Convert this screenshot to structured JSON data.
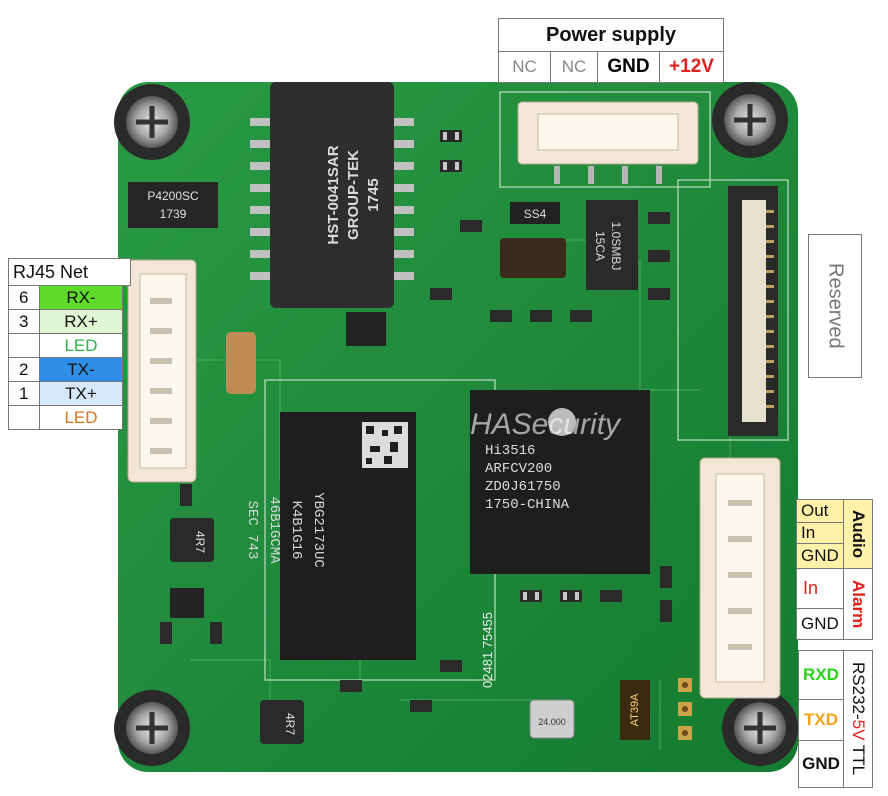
{
  "title_overlay": "HASecurity",
  "power_supply": {
    "title": "Power supply",
    "pins": [
      {
        "label": "NC",
        "color": "#888888"
      },
      {
        "label": "NC",
        "color": "#888888"
      },
      {
        "label": "GND",
        "color": "#000000"
      },
      {
        "label": "+12V",
        "color": "#e0201b"
      }
    ]
  },
  "rj45": {
    "title": "RJ45 Net",
    "rows": [
      {
        "num": "6",
        "label": "RX-",
        "bg": "#5fdc2a",
        "fg": "#111111"
      },
      {
        "num": "3",
        "label": "RX+",
        "bg": "#dff5d4",
        "fg": "#111111"
      },
      {
        "num": "",
        "label": "LED",
        "bg": "#ffffff",
        "fg": "#2fb24a"
      },
      {
        "num": "2",
        "label": "TX-",
        "bg": "#2f8fe6",
        "fg": "#111111"
      },
      {
        "num": "1",
        "label": "TX+",
        "bg": "#d6e8fb",
        "fg": "#111111"
      },
      {
        "num": "",
        "label": "LED",
        "bg": "#ffffff",
        "fg": "#d9741c"
      }
    ]
  },
  "reserved": "Reserved",
  "audio": {
    "title": "Audio",
    "title_color": "#111111",
    "bg": "#fff2a8",
    "rows": [
      "Out",
      "In",
      "GND"
    ]
  },
  "alarm": {
    "title": "Alarm",
    "title_color": "#e0201b",
    "rows": [
      {
        "label": "In",
        "color": "#e0201b"
      },
      {
        "label": "GND",
        "color": "#111111"
      }
    ]
  },
  "rs232": {
    "title_prefix": "RS232-",
    "title_mid": "5V",
    "title_suffix": " TTL",
    "rows": [
      {
        "label": "RXD",
        "color": "#2bd21c"
      },
      {
        "label": "TXD",
        "color": "#f4a21a"
      },
      {
        "label": "GND",
        "color": "#111111"
      }
    ]
  },
  "chips": {
    "transformer": [
      "HST-0041SAR",
      "GROUP-TEK",
      "1745"
    ],
    "diode": [
      "P4200SC",
      "1739"
    ],
    "soc": [
      "Hi3516",
      "ARFCV200",
      "ZD0J61750",
      "1750-CHINA"
    ],
    "ram": [
      "YBG2173UC",
      "K4B1G16",
      "46B1GCMA",
      "SEC 743"
    ],
    "tvs": [
      "1.0SMBJ",
      "15CA"
    ],
    "fpc": [],
    "serial": "02481 75455",
    "mark_4r7": "4R7",
    "ss4": "SS4",
    "crystal": "24.000",
    "at": "AT39A"
  },
  "colors": {
    "pcb": "#1f8a3a",
    "pcb_dark": "#137030",
    "connector": "#f3eadf",
    "chip": "#2a2a2a"
  }
}
